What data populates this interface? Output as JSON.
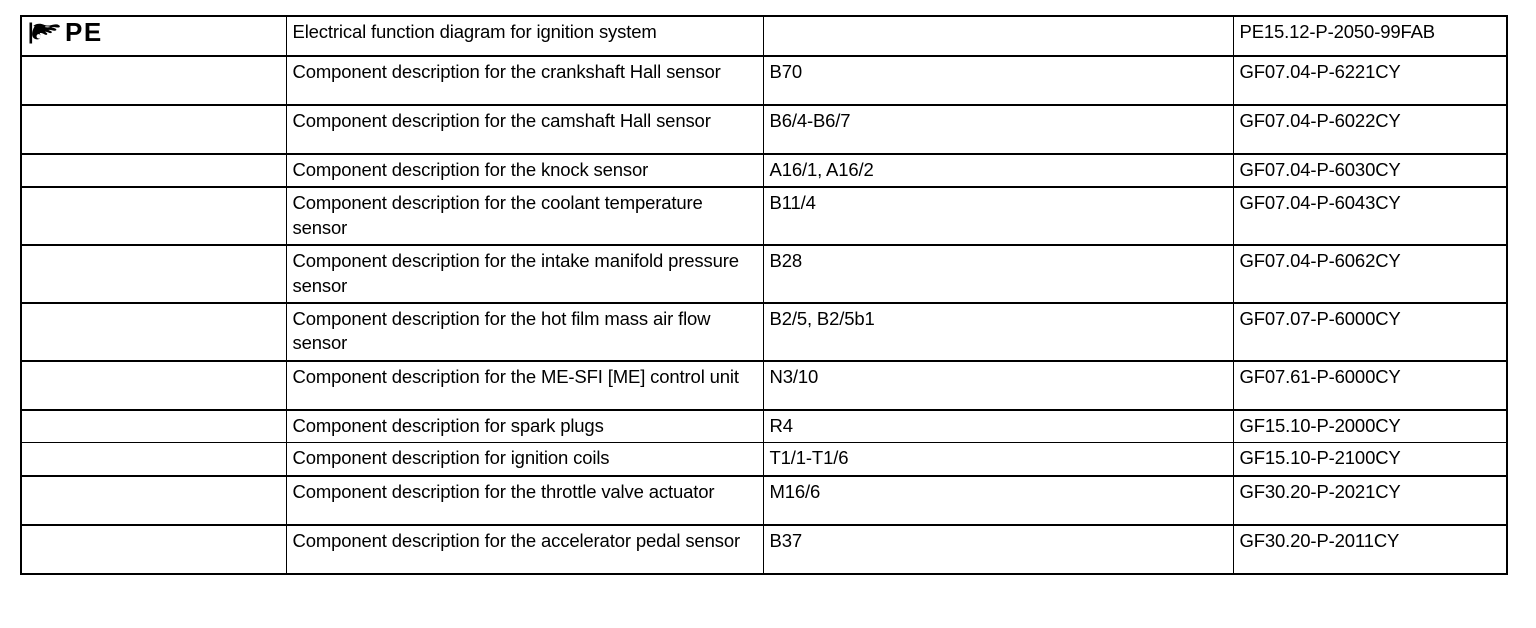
{
  "document": {
    "brand_label": "PE",
    "brand_icon": "pointing-hand-icon"
  },
  "table": {
    "columns": [
      {
        "key": "icon",
        "label": ""
      },
      {
        "key": "description",
        "label": ""
      },
      {
        "key": "component",
        "label": ""
      },
      {
        "key": "document_number",
        "label": ""
      }
    ],
    "rows": [
      {
        "description": "Electrical function diagram for ignition system",
        "component": "",
        "document_number": "PE15.12-P-2050-99FAB",
        "lines": 1
      },
      {
        "description": "Component description for the crankshaft Hall sensor",
        "component": "B70",
        "document_number": "GF07.04-P-6221CY",
        "lines": 2
      },
      {
        "description": "Component description for the camshaft Hall sensor",
        "component": "B6/4-B6/7",
        "document_number": "GF07.04-P-6022CY",
        "lines": 2
      },
      {
        "description": "Component description for the knock sensor",
        "component": "A16/1, A16/2",
        "document_number": "GF07.04-P-6030CY",
        "lines": 1
      },
      {
        "description": "Component description for the coolant temperature sensor",
        "component": "B11/4",
        "document_number": "GF07.04-P-6043CY",
        "lines": 2
      },
      {
        "description": "Component description for the intake manifold pressure sensor",
        "component": "B28",
        "document_number": "GF07.04-P-6062CY",
        "lines": 2
      },
      {
        "description": "Component description for the hot film mass air flow sensor",
        "component": "B2/5, B2/5b1",
        "document_number": "GF07.07-P-6000CY",
        "lines": 2
      },
      {
        "description": "Component description for the ME-SFI [ME] control unit",
        "component": "N3/10",
        "document_number": "GF07.61-P-6000CY",
        "lines": 2
      },
      {
        "description": "Component description for spark plugs",
        "component": "R4",
        "document_number": "GF15.10-P-2000CY",
        "lines": 1
      },
      {
        "description": "Component description for ignition coils",
        "component": "T1/1-T1/6",
        "document_number": "GF15.10-P-2100CY",
        "lines": 1
      },
      {
        "description": "Component description for the throttle valve actuator",
        "component": "M16/6",
        "document_number": "GF30.20-P-2021CY",
        "lines": 2
      },
      {
        "description": "Component description for the accelerator pedal sensor",
        "component": "B37",
        "document_number": "GF30.20-P-2011CY",
        "lines": 2
      }
    ]
  },
  "colors": {
    "background": "#ffffff",
    "foreground": "#000000",
    "rule": "#000000"
  }
}
